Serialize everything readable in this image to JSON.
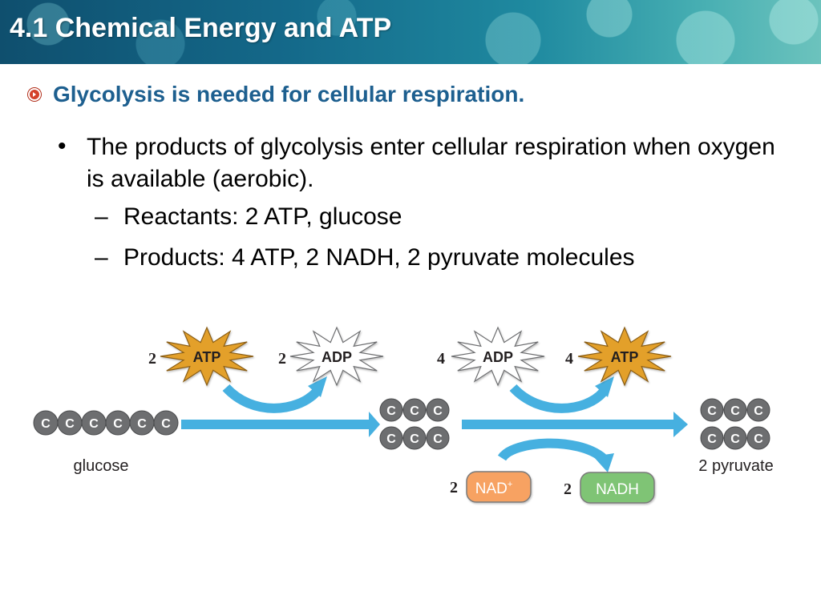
{
  "slide": {
    "title": "4.1 Chemical Energy and ATP",
    "heading": "Glycolysis is needed for cellular respiration.",
    "bullet": "The products of glycolysis enter cellular respiration when oxygen is available (aerobic).",
    "sub_items": [
      "Reactants: 2 ATP, glucose",
      "Products: 4 ATP, 2 NADH, 2 pyruvate molecules"
    ]
  },
  "diagram": {
    "left_stage": {
      "input": {
        "count": "2",
        "label": "ATP"
      },
      "output": {
        "count": "2",
        "label": "ADP"
      }
    },
    "right_stage": {
      "input": {
        "count": "4",
        "label": "ADP"
      },
      "output": {
        "count": "4",
        "label": "ATP"
      }
    },
    "nad": {
      "count": "2",
      "label": "NAD",
      "superscript": "+"
    },
    "nadh": {
      "count": "2",
      "label": "NADH"
    },
    "carbon_symbol": "C",
    "glucose_label": "glucose",
    "pyruvate_label": "2 pyruvate",
    "colors": {
      "atp_star": "#e3a02b",
      "adp_star": "#ffffff",
      "arrow": "#46b0e0",
      "nad_pill": "#f7a262",
      "nadh_pill": "#7fc474",
      "carbon": "#6d6e70"
    }
  }
}
